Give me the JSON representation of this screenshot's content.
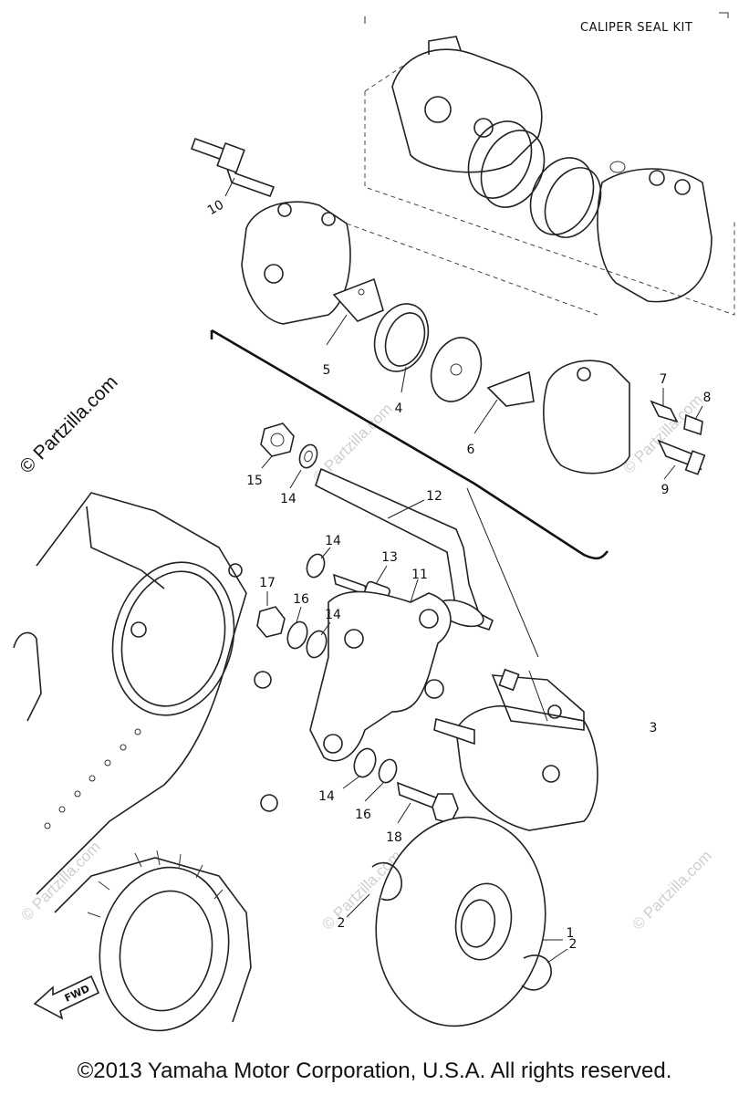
{
  "diagram": {
    "title": "CALIPER SEAL KIT",
    "parts": [
      {
        "number": "1"
      },
      {
        "number": "2"
      },
      {
        "number": "2"
      },
      {
        "number": "3"
      },
      {
        "number": "4"
      },
      {
        "number": "5"
      },
      {
        "number": "6"
      },
      {
        "number": "7"
      },
      {
        "number": "8"
      },
      {
        "number": "9"
      },
      {
        "number": "10"
      },
      {
        "number": "11"
      },
      {
        "number": "12"
      },
      {
        "number": "13"
      },
      {
        "number": "14"
      },
      {
        "number": "14"
      },
      {
        "number": "14"
      },
      {
        "number": "14"
      },
      {
        "number": "15"
      },
      {
        "number": "16"
      },
      {
        "number": "16"
      },
      {
        "number": "17"
      },
      {
        "number": "18"
      }
    ],
    "fwd_label": "FWD"
  },
  "watermarks": {
    "main": "© Partzilla.com",
    "faint": "© Partzilla.com"
  },
  "footer": {
    "copyright": "©2013 Yamaha Motor Corporation, U.S.A. All rights reserved."
  }
}
